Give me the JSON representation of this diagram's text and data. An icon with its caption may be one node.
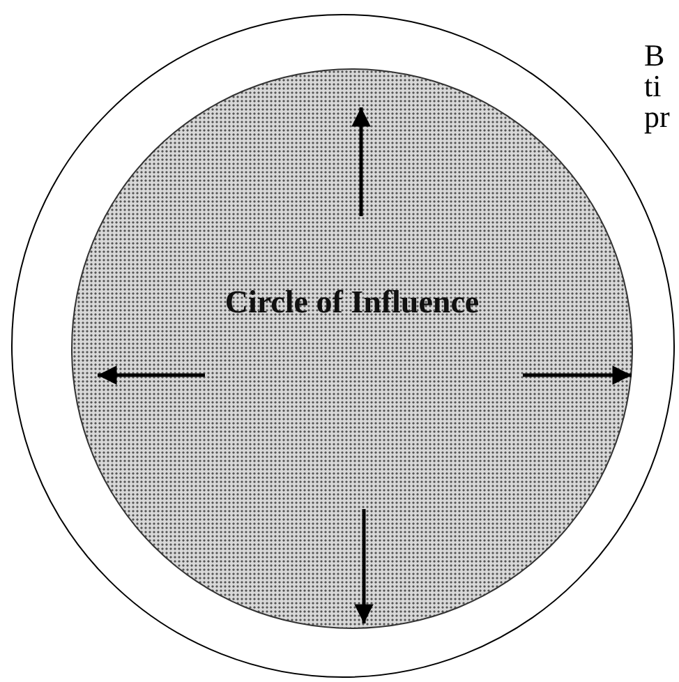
{
  "diagram": {
    "nodes": [
      {
        "text": [],
        "shape": "circle"
      },
      {
        "text": [
          "Circle of Influence"
        ],
        "in": 0
      }
    ],
    "labels": [
      "B",
      "ti",
      "pr"
    ]
  }
}
